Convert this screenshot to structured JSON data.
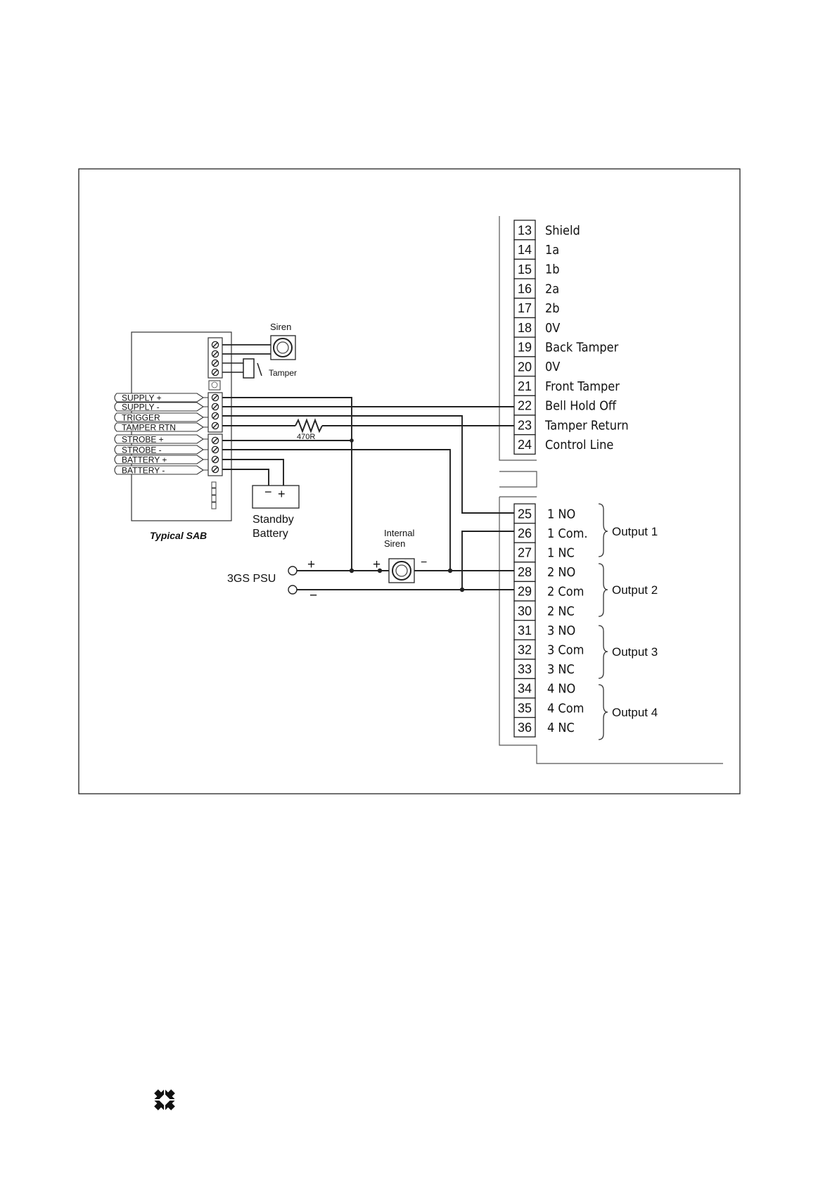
{
  "sab": {
    "caption": "Typical SAB",
    "siren_label": "Siren",
    "tamper_label": "Tamper",
    "inputs": [
      "SUPPLY +",
      "SUPPLY -",
      "TRIGGER",
      "TAMPER RTN",
      "STROBE +",
      "STROBE -",
      "BATTERY +",
      "BATTERY -"
    ],
    "resistor_label": "470R",
    "battery_minus": "−",
    "battery_plus": "+",
    "battery_label_1": "Standby",
    "battery_label_2": "Battery"
  },
  "psu": {
    "label": "3GS PSU",
    "plus": "+",
    "minus": "−",
    "internal_siren_1": "Internal",
    "internal_siren_2": "Siren",
    "siren_plus": "+",
    "siren_minus": "−"
  },
  "terminals_upper": [
    {
      "num": "13",
      "label": "Shield"
    },
    {
      "num": "14",
      "label": "1a"
    },
    {
      "num": "15",
      "label": "1b"
    },
    {
      "num": "16",
      "label": "2a"
    },
    {
      "num": "17",
      "label": "2b"
    },
    {
      "num": "18",
      "label": "0V"
    },
    {
      "num": "19",
      "label": "Back Tamper"
    },
    {
      "num": "20",
      "label": "0V"
    },
    {
      "num": "21",
      "label": "Front Tamper"
    },
    {
      "num": "22",
      "label": "Bell Hold Off"
    },
    {
      "num": "23",
      "label": "Tamper Return"
    },
    {
      "num": "24",
      "label": "Control Line"
    }
  ],
  "terminals_lower": [
    {
      "num": "25",
      "label": "1 NO"
    },
    {
      "num": "26",
      "label": "1 Com."
    },
    {
      "num": "27",
      "label": "1 NC"
    },
    {
      "num": "28",
      "label": "2 NO"
    },
    {
      "num": "29",
      "label": "2 Com"
    },
    {
      "num": "30",
      "label": "2 NC"
    },
    {
      "num": "31",
      "label": "3 NO"
    },
    {
      "num": "32",
      "label": "3 Com"
    },
    {
      "num": "33",
      "label": "3 NC"
    },
    {
      "num": "34",
      "label": "4 NO"
    },
    {
      "num": "35",
      "label": "4 Com"
    },
    {
      "num": "36",
      "label": "4 NC"
    }
  ],
  "outputs": [
    "Output 1",
    "Output 2",
    "Output 3",
    "Output 4"
  ],
  "footer_logo": "logo-icon"
}
